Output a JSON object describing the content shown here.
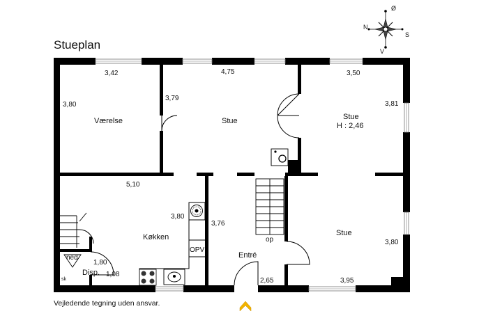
{
  "title": "Stueplan",
  "disclaimer": "Vejledende tegning uden ansvar.",
  "compass": {
    "north": "N",
    "south": "S",
    "west": "V",
    "east": "Ø"
  },
  "rooms": {
    "vaerelse": "Værelse",
    "stue_top": "Stue",
    "stue_right": "Stue",
    "stue_right_height": "H : 2,46",
    "koekken": "Køkken",
    "entre": "Entré",
    "stue_bottom": "Stue",
    "disp": "Disp."
  },
  "labels": {
    "opv": "OPV",
    "ned": "ned",
    "op": "op",
    "sk": "sk"
  },
  "dimensions": {
    "d342": "3,42",
    "d475": "4,75",
    "d350": "3,50",
    "d380a": "3,80",
    "d379": "3,79",
    "d381": "3,81",
    "d510": "5,10",
    "d380b": "3,80",
    "d376": "3,76",
    "d180": "1,80",
    "d108": "1,08",
    "d265": "2,65",
    "d395": "3,95",
    "d380c": "3,80"
  },
  "colors": {
    "wall": "#000000",
    "window": "#bfbfbf"
  }
}
